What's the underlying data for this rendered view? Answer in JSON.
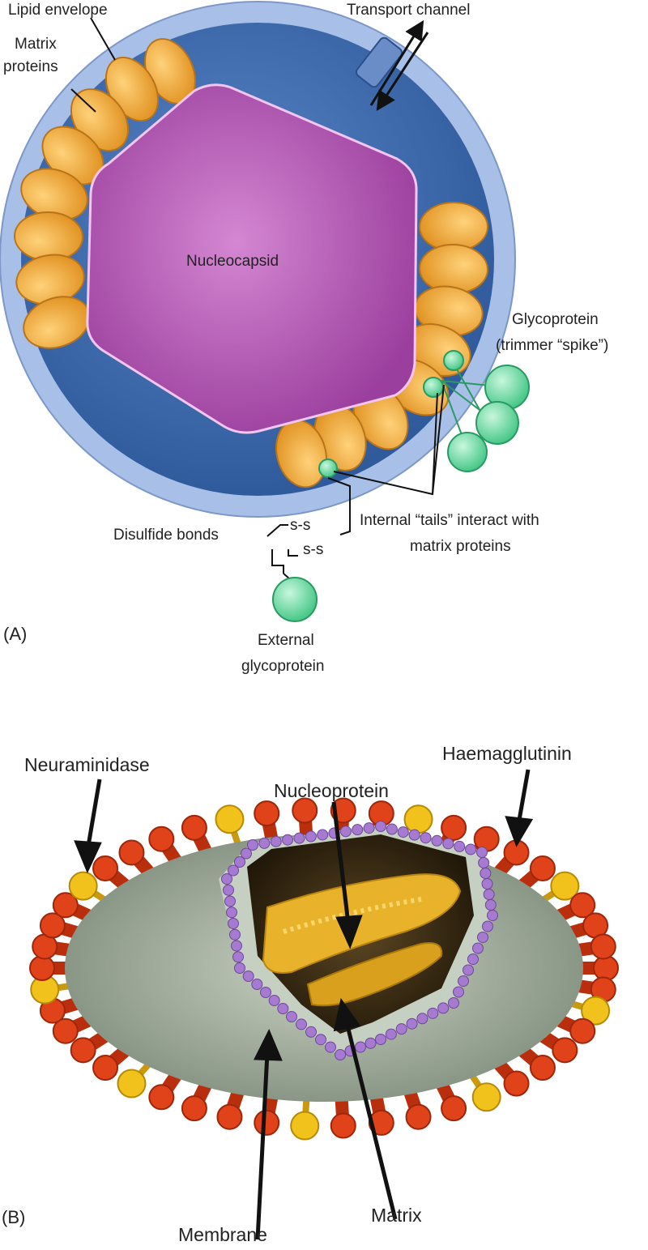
{
  "panel_a": {
    "tag": "(A)",
    "labels": {
      "lipid_envelope": "Lipid envelope",
      "matrix_proteins_1": "Matrix",
      "matrix_proteins_2": "proteins",
      "transport_channel": "Transport channel",
      "nucleocapsid": "Nucleocapsid",
      "glycoprotein_1": "Glycoprotein",
      "glycoprotein_2": "(trimmer “spike”)",
      "internal_tails_1": "Internal “tails” interact with",
      "internal_tails_2": "matrix proteins",
      "disulfide_bonds": "Disulfide bonds",
      "ss_1": "s-s",
      "ss_2": "s-s",
      "external_glyco_1": "External",
      "external_glyco_2": "glycoprotein"
    },
    "colors": {
      "envelope": "#a9bfe6",
      "envelope_inner": "#4e78b8",
      "matrix_protein": "#f2a93b",
      "nucleocapsid": "#b65fb8",
      "glycoprotein": "#5fd69a"
    }
  },
  "panel_b": {
    "tag": "(B)",
    "labels": {
      "neuraminidase": "Neuraminidase",
      "haemagglutinin": "Haemagglutinin",
      "nucleoprotein": "Nucleoprotein",
      "membrane": "Membrane",
      "matrix": "Matrix"
    },
    "colors": {
      "haemagglutinin": "#e0431a",
      "neuraminidase": "#f1c21b",
      "membrane": "#b9c7b0",
      "matrix": "#a77ad1",
      "nucleoprotein": "#e8b22a"
    }
  }
}
